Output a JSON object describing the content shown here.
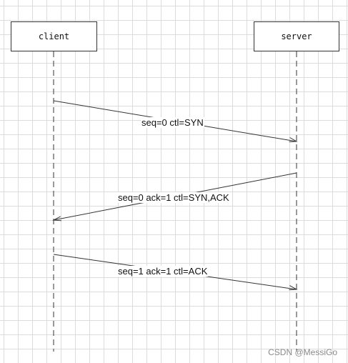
{
  "participants": {
    "client": "client",
    "server": "server"
  },
  "messages": [
    {
      "label": "seq=0 ctl=SYN",
      "from": "client",
      "to": "server"
    },
    {
      "label": "seq=0 ack=1 ctl=SYN,ACK",
      "from": "server",
      "to": "client"
    },
    {
      "label": "seq=1 ack=1 ctl=ACK",
      "from": "client",
      "to": "server"
    }
  ],
  "watermark": "CSDN @MessiGo",
  "colors": {
    "line": "#333333",
    "grid": "#dcdcdc",
    "watermark": "#8a8a8a"
  }
}
